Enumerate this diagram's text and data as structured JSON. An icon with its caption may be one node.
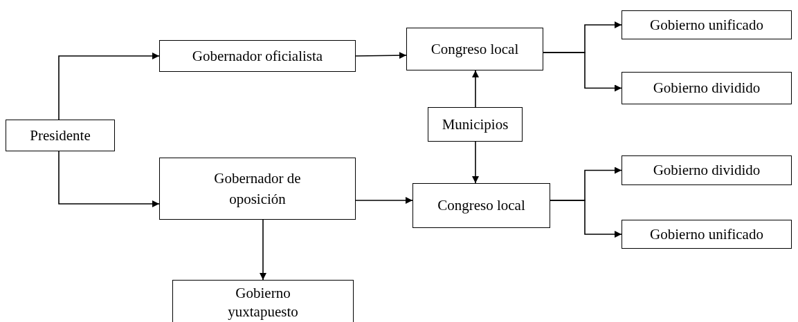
{
  "diagram": {
    "nodes": [
      {
        "text": [
          "Presidente"
        ]
      },
      {
        "text": [
          "Gobernador oficialista"
        ]
      },
      {
        "text": [
          "Congreso local"
        ]
      },
      {
        "text": [
          "Gobierno unificado"
        ]
      },
      {
        "text": [
          "Gobierno dividido"
        ]
      },
      {
        "text": [
          "Municipios"
        ]
      },
      {
        "text": [
          "Gobernador de oposición"
        ]
      },
      {
        "text": [
          "Congreso local"
        ]
      },
      {
        "text": [
          "Gobierno dividido"
        ]
      },
      {
        "text": [
          "Gobierno unificado"
        ]
      },
      {
        "text": [
          "Gobierno yuxtapuesto"
        ]
      }
    ],
    "edges": [
      {
        "from": 0,
        "to": 1,
        "arrow": "to"
      },
      {
        "from": 0,
        "to": 6,
        "arrow": "to"
      },
      {
        "from": 1,
        "to": 2,
        "arrow": "to"
      },
      {
        "from": 6,
        "to": 7,
        "arrow": "to"
      },
      {
        "from": 6,
        "to": 10,
        "arrow": "to"
      },
      {
        "from": 5,
        "to": 2,
        "arrow": "to"
      },
      {
        "from": 5,
        "to": 7,
        "arrow": "to"
      },
      {
        "from": 2,
        "to": 3,
        "arrow": "to"
      },
      {
        "from": 2,
        "to": 4,
        "arrow": "to"
      },
      {
        "from": 7,
        "to": 8,
        "arrow": "to"
      },
      {
        "from": 7,
        "to": 9,
        "arrow": "to"
      }
    ]
  }
}
